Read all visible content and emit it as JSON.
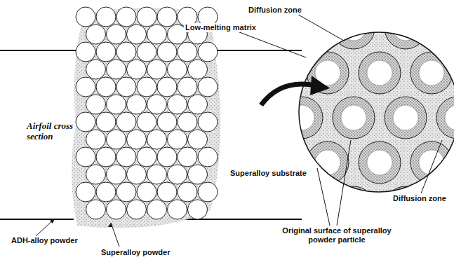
{
  "diagram": {
    "labels": [
      "Diffusion zone",
      "Low-melting matrix",
      "Airfoil cross section",
      "Superalloy substrate",
      "Diffusion zone",
      "ADH-alloy powder",
      "Superalloy powder",
      "Original surface of superalloy powder particle"
    ]
  }
}
